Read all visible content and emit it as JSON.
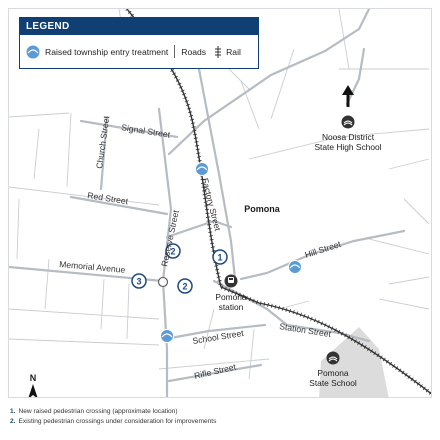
{
  "legend": {
    "title": "LEGEND",
    "items": [
      {
        "label": "Raised township entry treatment",
        "icon": "raised-treatment-icon"
      },
      {
        "label": "Roads",
        "icon": "road-icon"
      },
      {
        "label": "Rail",
        "icon": "rail-icon"
      }
    ]
  },
  "map": {
    "streets": {
      "signal": "Signal Street",
      "church": "Church Street",
      "red": "Red Street",
      "factory": "Factory Street",
      "reserve": "Reserve Street",
      "memorial": "Memorial Avenue",
      "hill": "Hill Street",
      "school": "School Street",
      "station": "Station Street",
      "rifle": "Rifle Street"
    },
    "places": {
      "pomona": "Pomona",
      "pomona_station": [
        "Pomona",
        "station"
      ],
      "high_school": [
        "Noosa District",
        "State High School"
      ],
      "state_school": [
        "Pomona",
        "State School"
      ]
    },
    "markers": {
      "one": "1",
      "two": "2",
      "three": "3"
    },
    "north_label": "N",
    "colors": {
      "brand": "#0f3f73",
      "treatment": "#5b9bd5",
      "marker": "#1f4a7c",
      "rail": "#333333",
      "road": "#b6bcc3",
      "school_ground": "#dcdcdc"
    },
    "icons": [
      "raised-treatment-icon",
      "school-icon",
      "train-icon",
      "north-arrow-icon",
      "arrow-up-icon"
    ]
  },
  "notes": [
    {
      "number": "1.",
      "text": "New raised pedestrian crossing (approximate location)"
    },
    {
      "number": "2.",
      "text": "Existing pedestrian crossings under consideration for improvements"
    }
  ]
}
